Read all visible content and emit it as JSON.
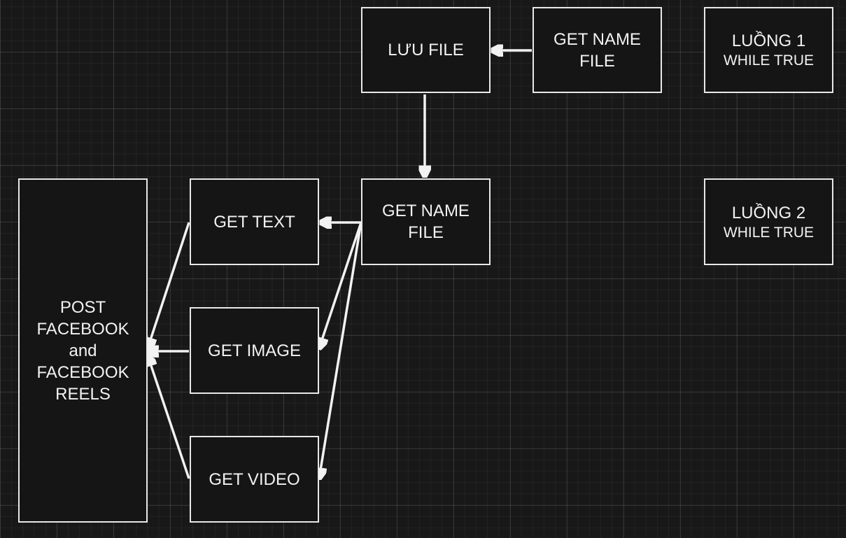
{
  "diagram": {
    "nodes": {
      "luu_file": {
        "label": "LƯU FILE"
      },
      "get_name_file_top": {
        "label": "GET NAME\nFILE"
      },
      "luong_1": {
        "label": "LUỒNG 1",
        "sub": "WHILE TRUE"
      },
      "get_name_file": {
        "label": "GET NAME\nFILE"
      },
      "luong_2": {
        "label": "LUỒNG 2",
        "sub": "WHILE TRUE"
      },
      "get_text": {
        "label": "GET TEXT"
      },
      "get_image": {
        "label": "GET IMAGE"
      },
      "get_video": {
        "label": "GET VIDEO"
      },
      "post_facebook": {
        "label": "POST\nFACEBOOK\nand\nFACEBOOK\nREELS"
      }
    },
    "edges": [
      {
        "from": "get_name_file_top",
        "to": "luu_file"
      },
      {
        "from": "luu_file",
        "to": "get_name_file"
      },
      {
        "from": "get_name_file",
        "to": "get_text"
      },
      {
        "from": "get_name_file",
        "to": "get_image"
      },
      {
        "from": "get_name_file",
        "to": "get_video"
      },
      {
        "from": "get_text",
        "to": "post_facebook"
      },
      {
        "from": "get_image",
        "to": "post_facebook"
      },
      {
        "from": "get_video",
        "to": "post_facebook"
      }
    ]
  }
}
